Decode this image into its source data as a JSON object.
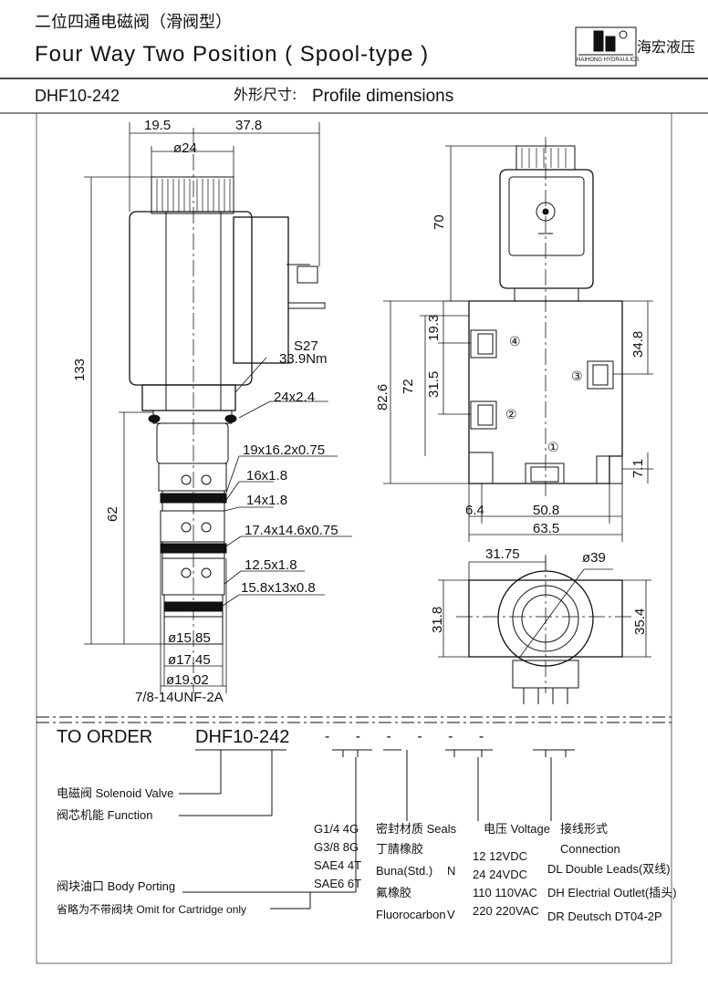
{
  "header": {
    "title_cn": "二位四通电磁阀（滑阀型）",
    "title_en": "Four Way Two Position ( Spool-type )",
    "logo_text": "HAIHONG HYDRAULICS",
    "brand_cn": "海宏液压"
  },
  "subheader": {
    "model": "DHF10-242",
    "profile_cn": "外形尺寸:",
    "profile_en": "Profile dimensions"
  },
  "side_view": {
    "dims": {
      "d19_5": "19.5",
      "d37_8": "37.8",
      "phi24": "ø24",
      "h133": "133",
      "h62": "62",
      "s27": "S27",
      "torque": "33.9Nm",
      "oring1": "24x2.4",
      "oring2": "19x16.2x0.75",
      "oring3": "16x1.8",
      "oring4": "14x1.8",
      "oring5": "17.4x14.6x0.75",
      "oring6": "12.5x1.8",
      "oring7": "15.8x13x0.8",
      "phi15_85": "ø15.85",
      "phi17_45": "ø17.45",
      "phi19_02": "ø19.02",
      "thread": "7/8-14UNF-2A"
    }
  },
  "front_view": {
    "dims": {
      "h70": "70",
      "h19_3": "19.3",
      "h31_5": "31.5",
      "h72": "72",
      "h82_6": "82.6",
      "h34_8": "34.8",
      "h7_1": "7.1",
      "w6_4": "6.4",
      "w50_8": "50.8",
      "w63_5": "63.5"
    },
    "ports": [
      "④",
      "②",
      "③",
      "①"
    ]
  },
  "bottom_view": {
    "dims": {
      "w31_75": "31.75",
      "phi39": "ø39",
      "h31_8": "31.8",
      "h35_4": "35.4"
    }
  },
  "order": {
    "heading": "TO ORDER",
    "code": "DHF10-242",
    "placeholders": "- - - - - -",
    "labels": {
      "solenoid": "电磁阀 Solenoid Valve",
      "function": "阀芯机能 Function",
      "porting": "阀块油口 Body Porting",
      "omit": "省略为不带阀块 Omit for Cartridge only"
    },
    "porting_options": [
      "G1/4  4G",
      "G3/8  8G",
      "SAE4  4T",
      "SAE6  6T"
    ],
    "seals": {
      "heading": "密封材质 Seals",
      "buna_cn": "丁腈橡胶",
      "buna": "Buna(Std.)",
      "buna_code": "N",
      "fluoro_cn": "氟橡胶",
      "fluoro": "Fluorocarbon",
      "fluoro_code": "V"
    },
    "voltage": {
      "heading": "电压 Voltage",
      "options": [
        "12   12VDC",
        "24   24VDC",
        "110  110VAC",
        "220  220VAC"
      ]
    },
    "connection": {
      "heading_cn": "接线形式",
      "heading": "Connection",
      "options": [
        "DL  Double Leads(双线)",
        "DH  Electrial Outlet(插头)",
        "DR  Deutsch DT04-2P"
      ]
    }
  }
}
